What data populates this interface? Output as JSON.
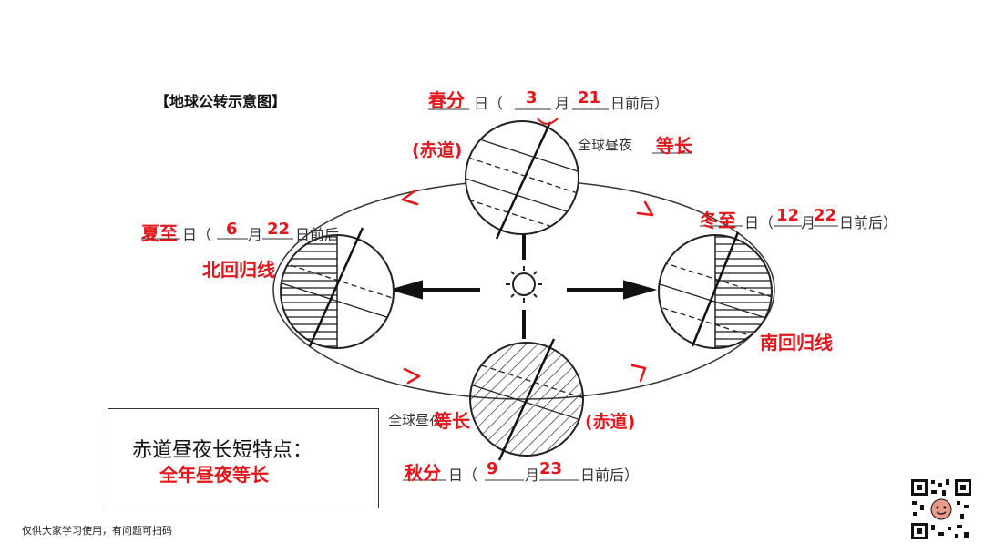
{
  "title": "【地球公转示意图】",
  "colors": {
    "annotation": "#e3161b",
    "line": "#111111"
  },
  "spring": {
    "name": "春分",
    "day_unit": "日（",
    "month": "3",
    "month_unit": "月",
    "day": "21",
    "suffix": "日前后）",
    "ring": "(赤道)",
    "note_prefix": "全球昼夜",
    "note_value": "等长"
  },
  "summer": {
    "name": "夏至",
    "day_unit": "日（",
    "month": "6",
    "month_unit": "月",
    "day": "22",
    "suffix": "日前后",
    "line_label": "北回归线"
  },
  "winter": {
    "name": "冬至",
    "day_unit": "日（",
    "month": "12",
    "month_unit": "月",
    "day": "22",
    "suffix": "日前后）",
    "line_label": "南回归线"
  },
  "autumn": {
    "name": "秋分",
    "day_unit": "日（",
    "month": "9",
    "month_unit": "月",
    "day": "23",
    "suffix": "日前后）",
    "ring": "(赤道)",
    "note_prefix": "全球昼夜",
    "note_value": "等长"
  },
  "feature_box": {
    "title": "赤道昼夜长短特点：",
    "answer": "全年昼夜等长"
  },
  "footer": "仅供大家学习使用，有问题可扫码",
  "icons": {
    "sun": "sun-icon",
    "qr": "qr-code-icon",
    "rotation": "rotation-arrow-icon"
  }
}
